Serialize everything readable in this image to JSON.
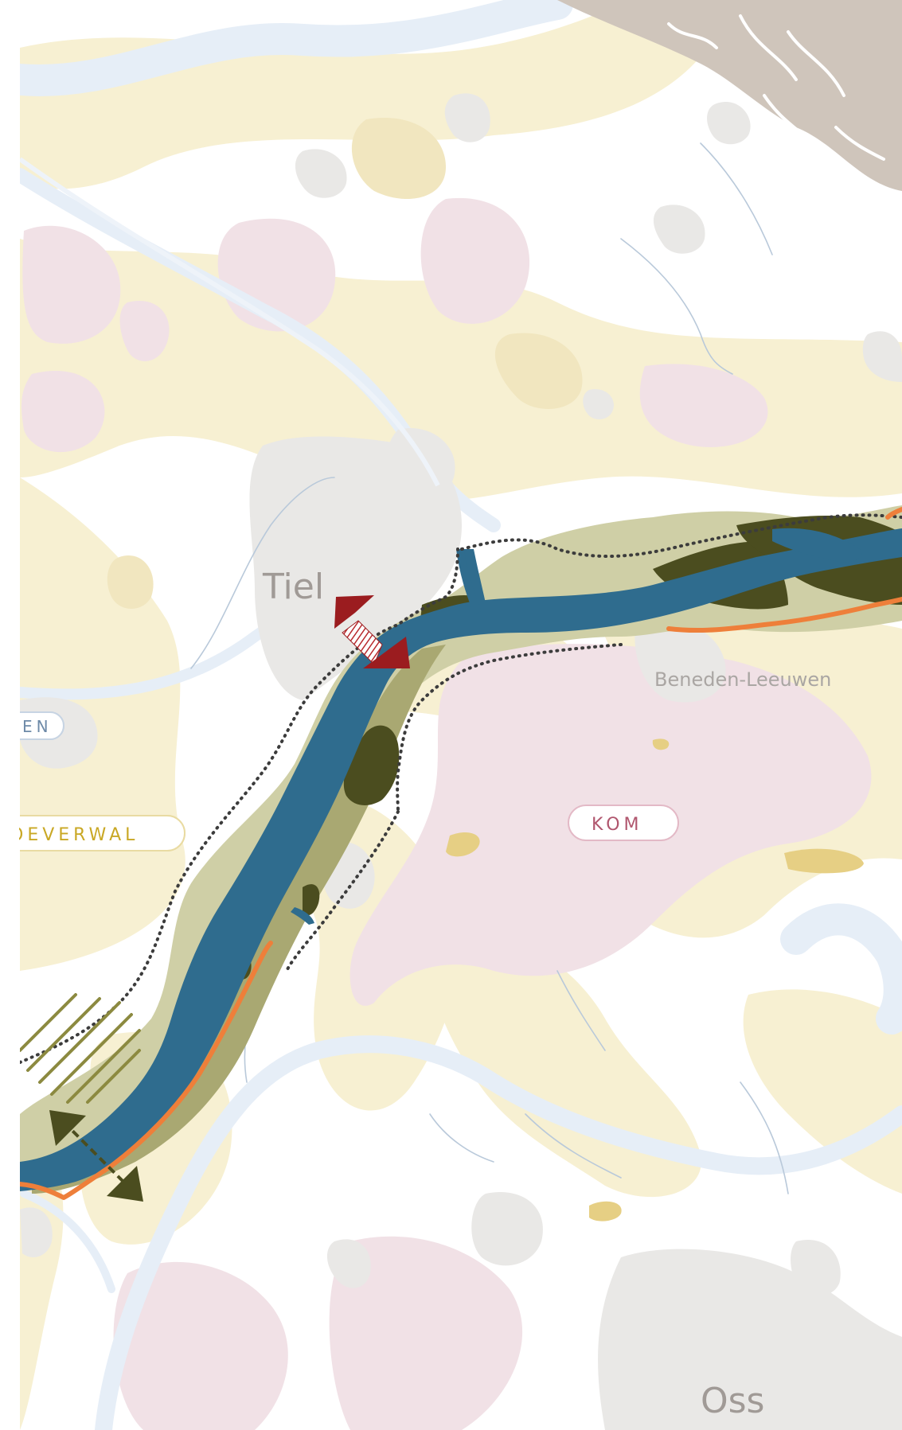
{
  "map": {
    "place_labels": {
      "tiel": "Tiel",
      "beneden_leeuwen": "Beneden-Leeuwen",
      "oss": "Oss"
    },
    "zone_labels": {
      "en": "EN",
      "oeverwal": "OEVERWAL",
      "kom": "KOM"
    },
    "colors": {
      "background": "#ffffff",
      "oeverwal_yellow": "#f7f0d2",
      "oeverwal_deep": "#f1e6bf",
      "kom_pink": "#f1e1e6",
      "urban_grey": "#e9e8e6",
      "water_light": "#e6eef7",
      "hill_brown": "#cfc5bb",
      "river_blue": "#2f6c8e",
      "floodplain_olive": "#cfcfa6",
      "floodplain_mid": "#a9a872",
      "dark_olive": "#4b4d1f",
      "dike_orange": "#ee7f3a",
      "arrow_red": "#9b1c1f",
      "kom_label": "#b0566e",
      "oeverwal_label": "#c9a825"
    }
  }
}
